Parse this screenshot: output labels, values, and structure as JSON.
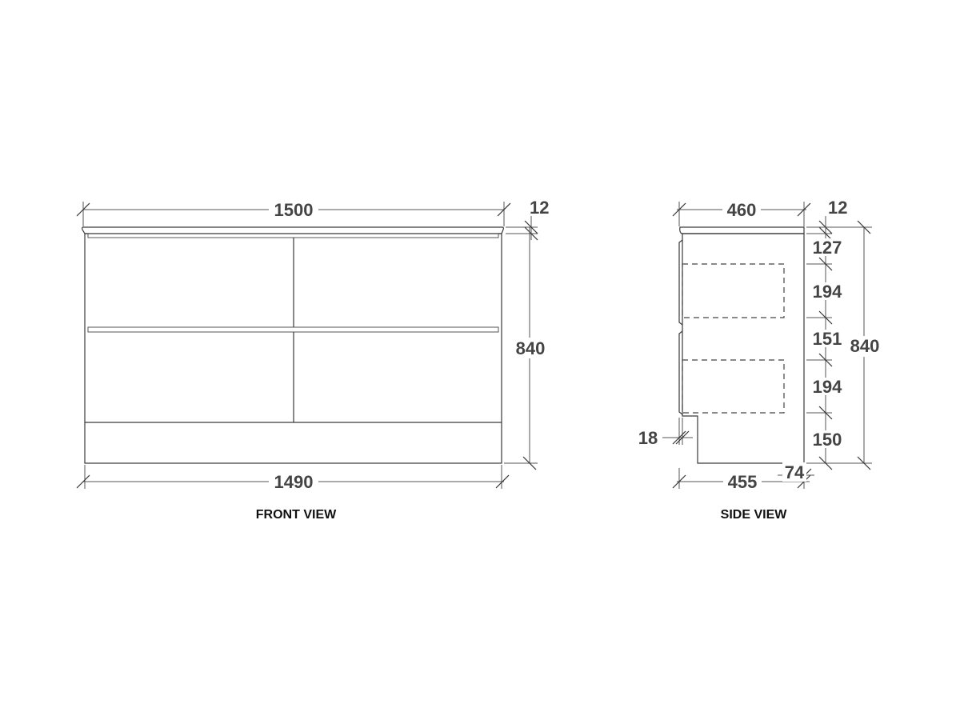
{
  "front_view": {
    "caption": "FRONT VIEW",
    "dim_top_width": "1500",
    "dim_top_thickness": "12",
    "dim_height": "840",
    "dim_bottom_width": "1490"
  },
  "side_view": {
    "caption": "SIDE VIEW",
    "dim_top_depth": "460",
    "dim_top_thickness": "12",
    "dim_height": "840",
    "dim_upper_gap": "127",
    "dim_drawer_1": "194",
    "dim_middle_gap": "151",
    "dim_drawer_2": "194",
    "dim_kick_height": "150",
    "dim_front_thickness": "18",
    "dim_body_depth": "455",
    "dim_kick_recess": "74"
  }
}
